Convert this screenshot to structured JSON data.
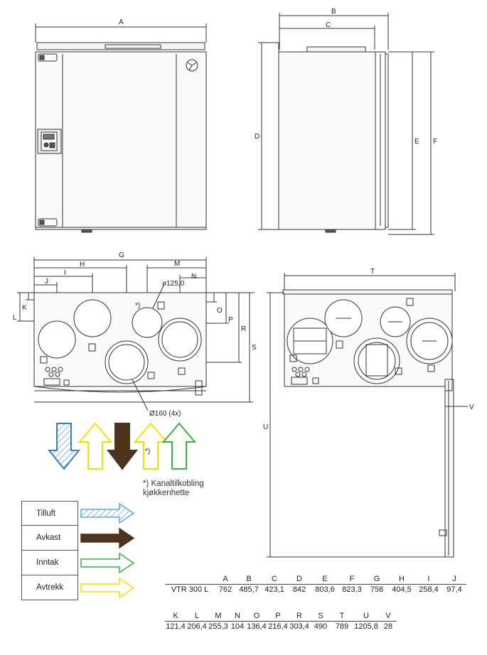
{
  "dimension_letters": {
    "A": "A",
    "B": "B",
    "C": "C",
    "D": "D",
    "E": "E",
    "F": "F",
    "G": "G",
    "H": "H",
    "I": "I",
    "J": "J",
    "K": "K",
    "L": "L",
    "M": "M",
    "N": "N",
    "O": "O",
    "P": "P",
    "R": "R",
    "S": "S",
    "T": "T",
    "U": "U",
    "V": "V"
  },
  "callouts": {
    "duct_small": "ø125,0",
    "duct_large": "Ø160 (4x)",
    "kitchen_marker": "*)",
    "kitchen_marker_arrow": "*)"
  },
  "note": {
    "line1": "*) Kanaltilkobling",
    "line2": "kjøkkenhette"
  },
  "legend": [
    {
      "label": "Tilluft",
      "color": "#5aa9d6",
      "style": "hatched"
    },
    {
      "label": "Avkast",
      "color": "#4d331c",
      "style": "solid"
    },
    {
      "label": "Inntak",
      "color": "#3cb043",
      "style": "outline"
    },
    {
      "label": "Avtrekk",
      "color": "#f2e200",
      "style": "outline"
    }
  ],
  "arrow_colors": {
    "tilluft": "#5aa9d6",
    "avkast": "#4d331c",
    "inntak": "#3cb043",
    "avtrekk": "#f2e200"
  },
  "dimension_table": {
    "rows": [
      {
        "headers": [
          "",
          "A",
          "B",
          "C",
          "D",
          "E",
          "F",
          "G",
          "H",
          "I",
          "J"
        ],
        "values": [
          "VTR 300 L",
          "762",
          "485,7",
          "423,1",
          "842",
          "803,6",
          "823,3",
          "758",
          "404,5",
          "258,4",
          "97,4"
        ]
      },
      {
        "headers": [
          "K",
          "L",
          "M",
          "N",
          "O",
          "P",
          "R",
          "S",
          "T",
          "U",
          "V"
        ],
        "values": [
          "121,4",
          "206,4",
          "255,3",
          "104",
          "136,4",
          "216,4",
          "303,4",
          "490",
          "789",
          "1205,8",
          "28"
        ]
      }
    ]
  }
}
